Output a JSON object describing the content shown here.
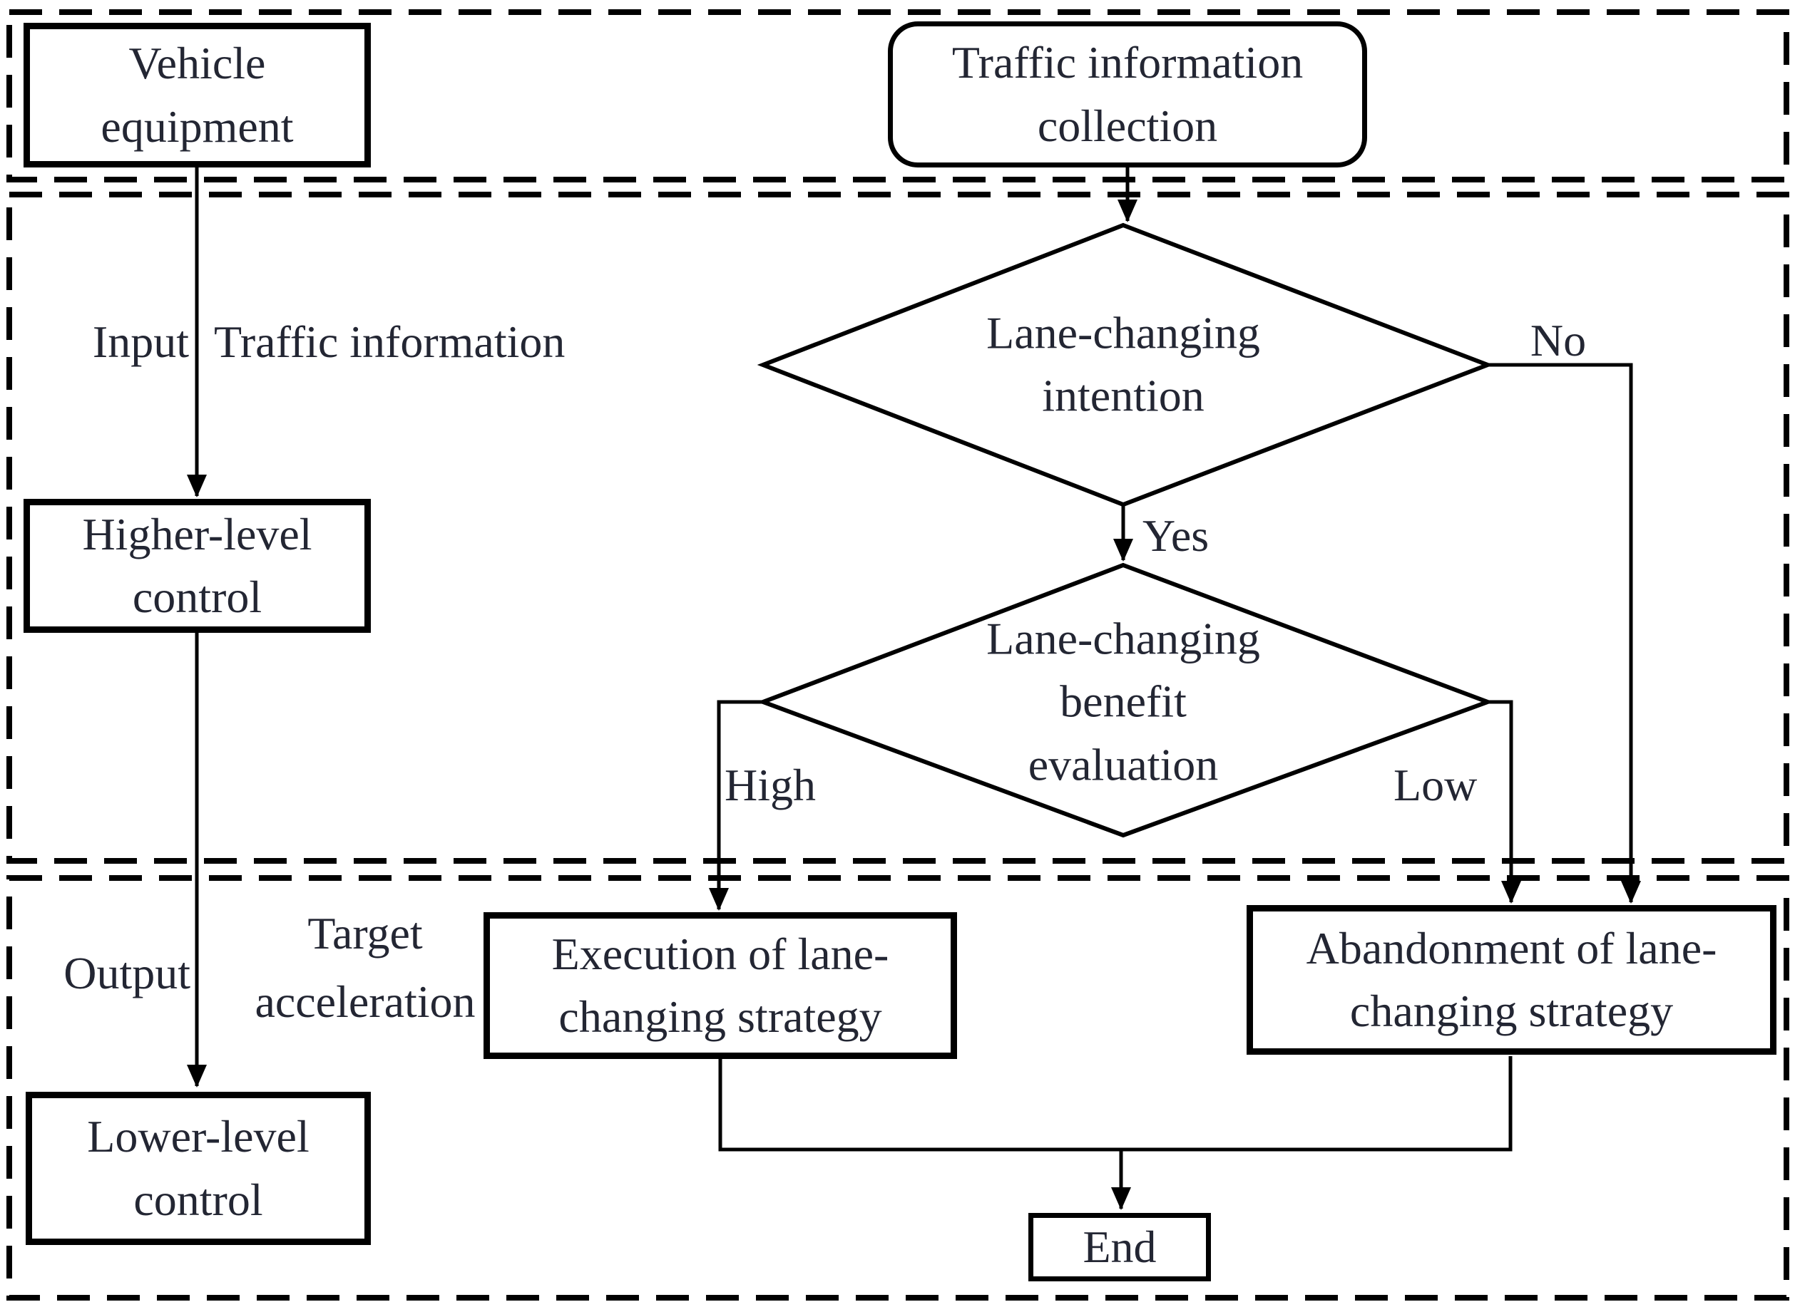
{
  "colors": {
    "background": "#ffffff",
    "stroke": "#000000",
    "text": "#232633"
  },
  "nodes": {
    "vehicle_equipment": {
      "shape": "rect",
      "lines": [
        "Vehicle",
        "equipment"
      ]
    },
    "traffic_collection": {
      "shape": "rounded-rect",
      "lines": [
        "Traffic information",
        "collection"
      ]
    },
    "higher_control": {
      "shape": "rect",
      "lines": [
        "Higher-level",
        "control"
      ]
    },
    "lane_change_intention": {
      "shape": "diamond",
      "lines": [
        "Lane-changing",
        "intention"
      ]
    },
    "benefit_evaluation": {
      "shape": "diamond",
      "lines": [
        "Lane-changing",
        "benefit",
        "evaluation"
      ]
    },
    "execution": {
      "shape": "rect",
      "lines": [
        "Execution of lane-",
        "changing strategy"
      ]
    },
    "abandonment": {
      "shape": "rect",
      "lines": [
        "Abandonment of lane-",
        "changing strategy"
      ]
    },
    "lower_control": {
      "shape": "rect",
      "lines": [
        "Lower-level",
        "control"
      ]
    },
    "end": {
      "shape": "rect",
      "lines": [
        "End"
      ]
    }
  },
  "edge_labels": {
    "input": "Input",
    "traffic_information": "Traffic information",
    "yes": "Yes",
    "no": "No",
    "high": "High",
    "low": "Low",
    "output": "Output",
    "target_acceleration": {
      "lines": [
        "Target",
        "acceleration"
      ]
    }
  }
}
